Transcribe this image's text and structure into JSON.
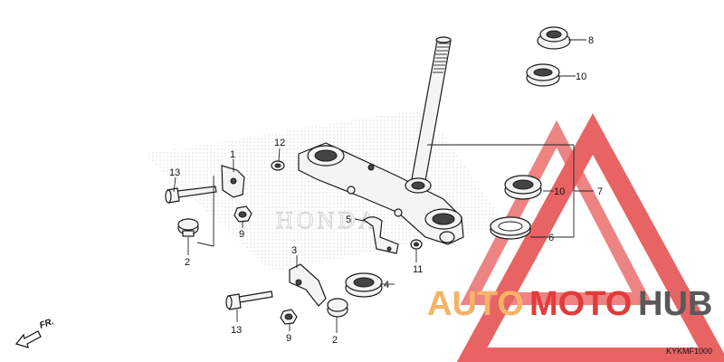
{
  "callouts": {
    "c1": "1",
    "c2a": "2",
    "c2b": "2",
    "c3": "3",
    "c4": "4",
    "c5": "5",
    "c6": "6",
    "c7": "7",
    "c8": "8",
    "c9a": "9",
    "c9b": "9",
    "c10a": "10",
    "c10b": "10",
    "c11": "11",
    "c12": "12",
    "c13a": "13",
    "c13b": "13"
  },
  "direction_label": "FR.",
  "diagram_code": "KYKMF1000",
  "watermark": {
    "part1": "AUTO",
    "part2": "MOTO",
    "part3": "HUB",
    "colors": {
      "orange": "#f7b267",
      "red": "#e23b3b",
      "gray": "#595959"
    }
  },
  "brand_mark": "HONDA"
}
